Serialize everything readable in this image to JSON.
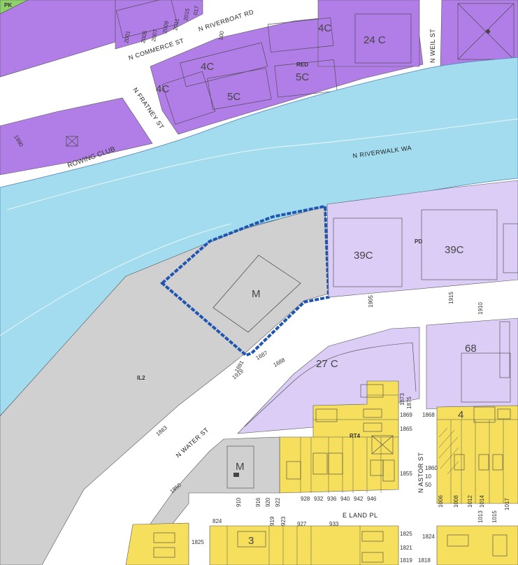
{
  "streets": {
    "n_commerce": "N COMMERCE ST",
    "n_riverboat": "N RIVERBOAT RD",
    "n_weil": "N WEIL ST",
    "n_fratney": "N FRATNEY ST",
    "n_riverwalk": "N RIVERWALK WA",
    "n_water": "N WATER ST",
    "n_astor": "N ASTOR ST",
    "e_land": "E LAND PL"
  },
  "zones": {
    "pk": "PK",
    "z24c": "24 C",
    "z4c_a": "4C",
    "z4c_b": "4C",
    "z4c_c": "4C",
    "red": "RED",
    "z5c_a": "5C",
    "z5c_b": "5C",
    "z39c_a": "39C",
    "z39c_b": "39C",
    "pd": "PD",
    "m_a": "M",
    "m_b": "M",
    "il2": "IL2",
    "z27c": "27 C",
    "z68": "68",
    "z4": "4",
    "z3": "3",
    "rt4": "RT4"
  },
  "places": {
    "rowing_club": "ROWING CLUB"
  },
  "numbers": {
    "n1990": "1990",
    "n2001": "2001",
    "n2005": "2005",
    "n2007": "2007",
    "n2009": "2009",
    "n2011": "2011",
    "n2015": "2015",
    "n2017": "017",
    "n2100": "100",
    "n1905": "1905",
    "n1915": "1915",
    "n1910": "1910",
    "n1881": "1881",
    "n1887": "1887",
    "n1888": "1888",
    "n1919": "1919",
    "n1863": "1863",
    "n1850": "1850",
    "n1873": "1873",
    "n1875": "1875",
    "n1869": "1869",
    "n1865": "1865",
    "n1868": "1868",
    "n1855": "1855",
    "n1860": "1860",
    "n1825a": "1825",
    "n1825b": "1825",
    "n1824": "1824",
    "n1821": "1821",
    "n1819": "1819",
    "n1818": "1818",
    "n824": "824",
    "n910": "910",
    "n916": "916",
    "n920": "920",
    "n922": "922",
    "n928": "928",
    "n932": "932",
    "n936": "936",
    "n940": "940",
    "n942": "942",
    "n946": "946",
    "n919": "919",
    "n923": "923",
    "n927": "927",
    "n933": "933",
    "n1006": "1006",
    "n1008": "1008",
    "n1012": "1012",
    "n1014": "1014",
    "n1013": "1013",
    "n1015": "1015",
    "n1017": "1017",
    "n10": "10",
    "n50": "50"
  },
  "colors": {
    "river": "#a4dcef",
    "commercial_dark": "#b07ee6",
    "commercial_light": "#dccdf7",
    "industrial": "#d0d0d0",
    "residential": "#f5df5c",
    "park": "#8ed06a",
    "street": "#ffffff",
    "highlight": "#1f55b0"
  }
}
